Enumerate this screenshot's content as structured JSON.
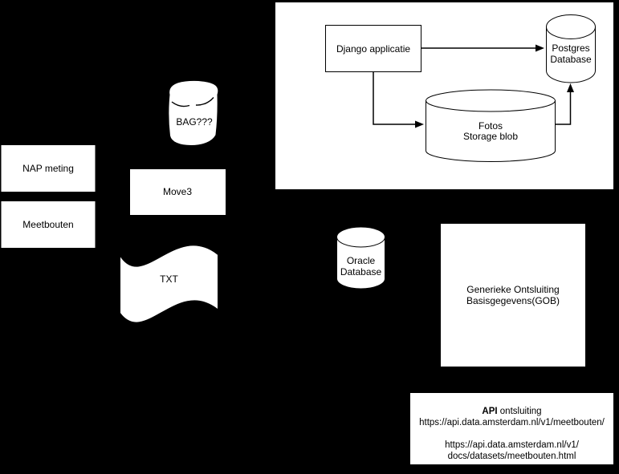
{
  "colors": {
    "background": "#000000",
    "shape_fill": "#ffffff",
    "shape_stroke": "#000000",
    "text": "#000000"
  },
  "nodes": {
    "nap_meting": {
      "shape": "rectangle",
      "label": "NAP meting"
    },
    "meetbouten": {
      "shape": "rectangle",
      "label": "Meetbouten"
    },
    "move3": {
      "shape": "rectangle",
      "label": "Move3"
    },
    "bag": {
      "shape": "cylinder-sketch",
      "label": "BAG???"
    },
    "txt": {
      "shape": "tape",
      "label": "TXT"
    },
    "oracle_db": {
      "shape": "cylinder",
      "lines": [
        "Oracle",
        "Database"
      ]
    },
    "gob": {
      "shape": "rectangle",
      "lines": [
        "Generieke Ontsluiting",
        "Basisgegevens(GOB)"
      ]
    },
    "django": {
      "shape": "rectangle",
      "label": "Django applicatie"
    },
    "postgres_db": {
      "shape": "cylinder",
      "lines": [
        "Postgres",
        "Database"
      ]
    },
    "fotos_blob": {
      "shape": "cylinder",
      "lines": [
        "Fotos",
        "Storage blob"
      ]
    },
    "api": {
      "shape": "rectangle",
      "title_bold": "API",
      "title_rest": "ontsluiting",
      "url_meetbouten": "https://api.data.amsterdam.nl/v1/meetbouten/",
      "url_docs_line1": "https://api.data.amsterdam.nl/v1/",
      "url_docs_line2": "docs/datasets/meetbouten.html"
    }
  },
  "edges": [
    {
      "from": "Django applicatie",
      "to": "Postgres Database",
      "style": "arrow"
    },
    {
      "from": "Django applicatie",
      "to": "Fotos Storage blob",
      "style": "arrow"
    },
    {
      "from": "Fotos Storage blob",
      "to": "Postgres Database",
      "style": "arrow"
    }
  ]
}
